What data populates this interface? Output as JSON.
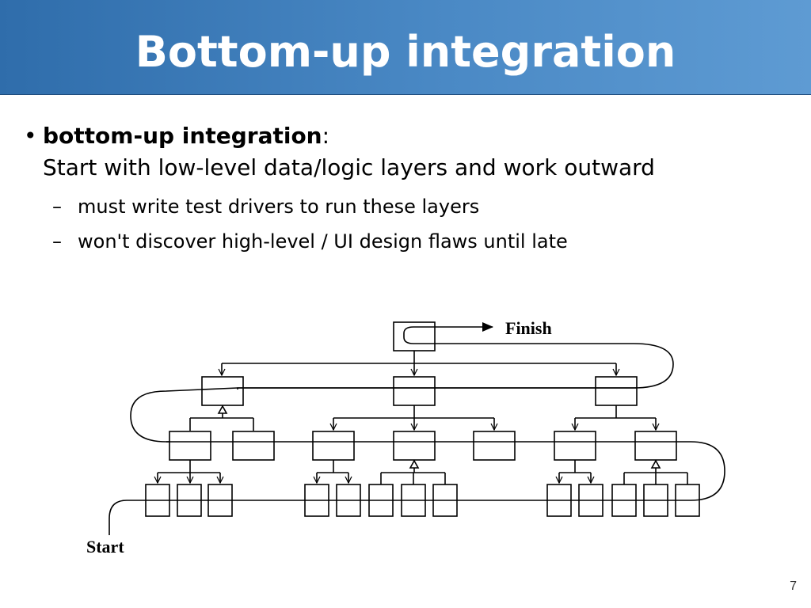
{
  "title": "Bottom-up integration",
  "bullet": {
    "marker": "•",
    "term": "bottom-up integration",
    "colon": ":",
    "desc": "Start with low-level data/logic layers and work outward"
  },
  "subbullets": [
    {
      "marker": "–",
      "text": "must write test drivers to run these layers"
    },
    {
      "marker": "–",
      "text": "won't discover high-level / UI design flaws until late"
    }
  ],
  "diagram": {
    "finish_label": "Finish",
    "start_label": "Start"
  },
  "page_number": "7"
}
